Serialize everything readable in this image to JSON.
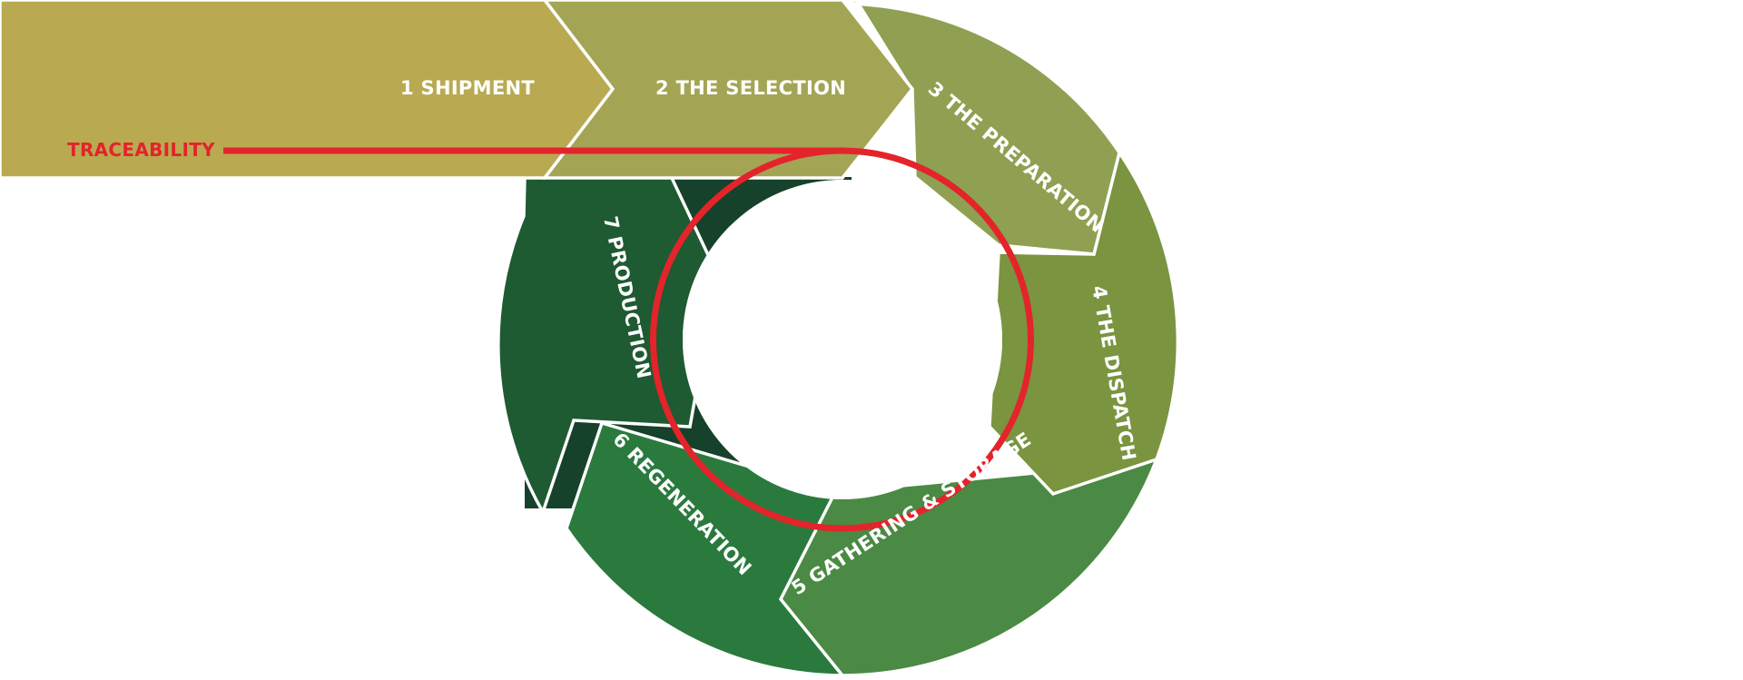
{
  "steps": [
    {
      "label": "1 SHIPMENT",
      "color": "#b9aa52"
    },
    {
      "label": "2 THE SELECTION",
      "color": "#a3a554"
    },
    {
      "label": "3  THE PREPARATION",
      "color": "#8fa052"
    },
    {
      "label": "4 THE DISPATCH",
      "color": "#7a9440"
    },
    {
      "label": "5 GATHERING & STORAGE",
      "color": "#4a8a44"
    },
    {
      "label": "6 REGENERATION",
      "color": "#2a7a3e"
    },
    {
      "label": "7 PRODUCTION",
      "color": "#1e5a32"
    }
  ],
  "traceability": {
    "label": "TRACEABILITY",
    "color": "#e3242b"
  },
  "colors": {
    "inner_dark": "#16412a",
    "background": "#ffffff"
  }
}
